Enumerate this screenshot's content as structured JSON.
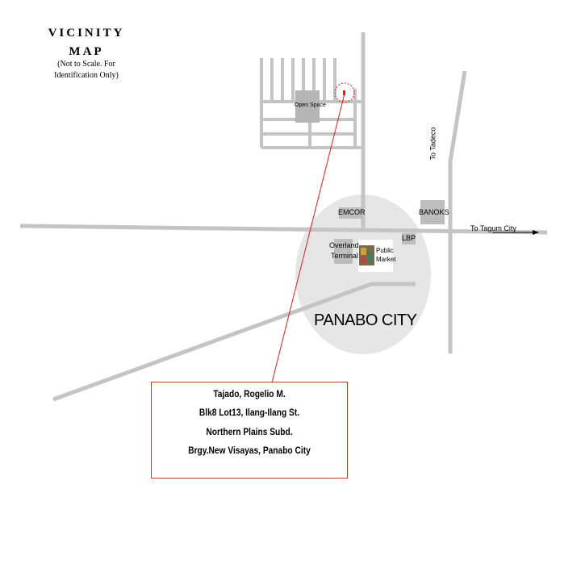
{
  "legend": {
    "title_line1": "VICINITY",
    "title_line2": "MAP",
    "note_line1": "(Not to Scale. For",
    "note_line2": "Identification Only)"
  },
  "landmarks": {
    "open_space": "Open Space",
    "emcor": "EMCOR",
    "banoks": "BANOKS",
    "lbp": "LBP",
    "overland_line1": "Overland",
    "overland_line2": "Terminal",
    "market_line1": "Public",
    "market_line2": "Market",
    "city": "PANABO CITY"
  },
  "directions": {
    "tadeco": "To Tadeco",
    "tagum": "To Tagum City"
  },
  "address": {
    "name": "Tajado, Rogelio M.",
    "line1": "Blk8 Lot13, Ilang-Ilang St.",
    "line2": "Northern Plains Subd.",
    "line3": "Brgy.New Visayas, Panabo City"
  },
  "colors": {
    "road": "#c4c4c4",
    "pointer": "#d62020",
    "city_area": "#e6e6e6"
  }
}
